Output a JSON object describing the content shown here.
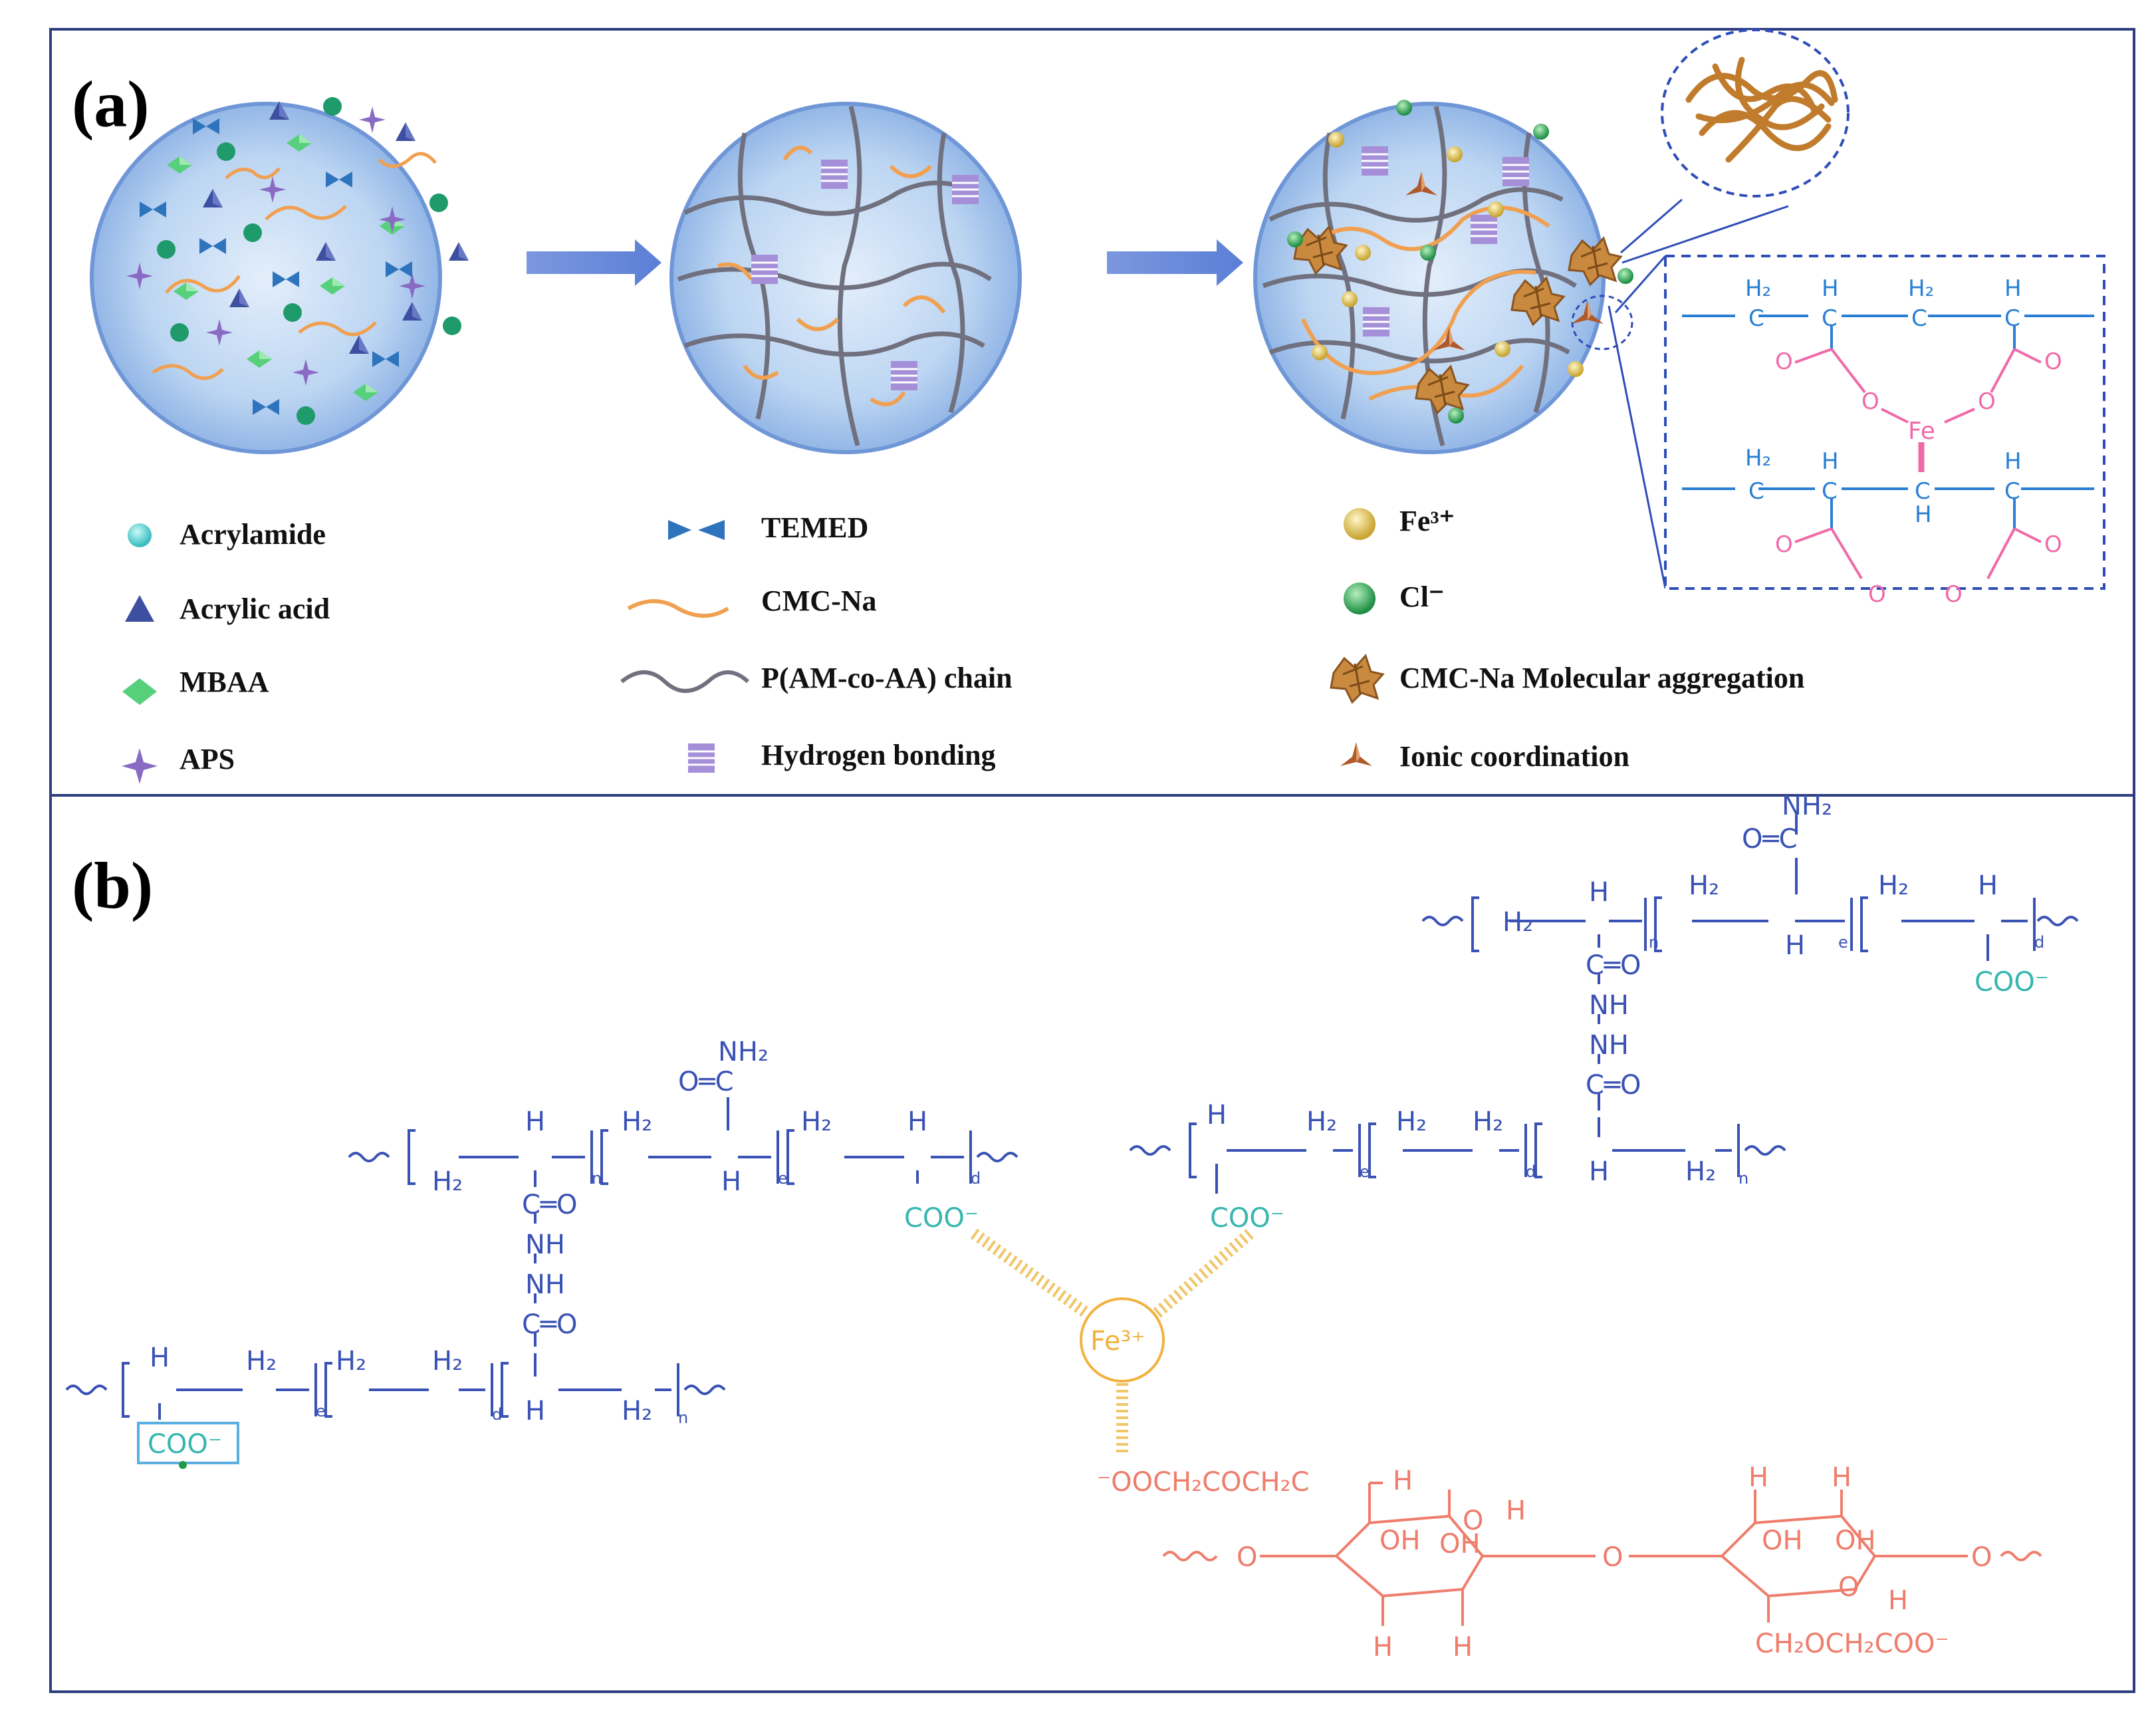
{
  "panels": {
    "a": "(a)",
    "b": "(b)"
  },
  "legend": [
    {
      "icon": "acrylamide",
      "label": "Acrylamide"
    },
    {
      "icon": "acrylic-acid",
      "label": "Acrylic acid"
    },
    {
      "icon": "mbaa",
      "label": "MBAA"
    },
    {
      "icon": "aps",
      "label": "APS"
    },
    {
      "icon": "temed",
      "label": "TEMED"
    },
    {
      "icon": "cmc-na",
      "label": "CMC-Na"
    },
    {
      "icon": "pam-chain",
      "label": "P(AM-co-AA) chain"
    },
    {
      "icon": "hydrogen-bond",
      "label": "Hydrogen bonding"
    },
    {
      "icon": "fe3",
      "label": "Fe³⁺"
    },
    {
      "icon": "cl",
      "label": "Cl⁻"
    },
    {
      "icon": "aggregation",
      "label": "CMC-Na Molecular aggregation"
    },
    {
      "icon": "ionic",
      "label": "Ionic coordination"
    }
  ],
  "inset": {
    "fe": "Fe",
    "h": "H",
    "h2": "H₂",
    "c": "C",
    "o": "O"
  },
  "scheme_b": {
    "fe3": "Fe³⁺",
    "coo": "COO⁻",
    "c_eq_o": "C═O",
    "o_eq_c": "O═C",
    "nh": "NH",
    "nh2": "NH₂",
    "h": "H",
    "h2": "H₂",
    "oh": "OH",
    "o": "O",
    "cmc_left": "⁻OOCH₂COCH₂C",
    "cmc_right": "CH₂OCH₂COO⁻",
    "sub_n": "n",
    "sub_e": "e",
    "sub_d": "d"
  },
  "colors": {
    "accent_arrow": "#6f8fdc",
    "chain": "#3a52b4",
    "carboxylate": "#37b6b0",
    "iron": "#f1b23f",
    "cmc": "#ef7d6c",
    "inset_chain": "#2a7fd4",
    "inset_coord": "#f06aa8",
    "cmc_strand": "#f0a050",
    "network": "#70707e"
  }
}
